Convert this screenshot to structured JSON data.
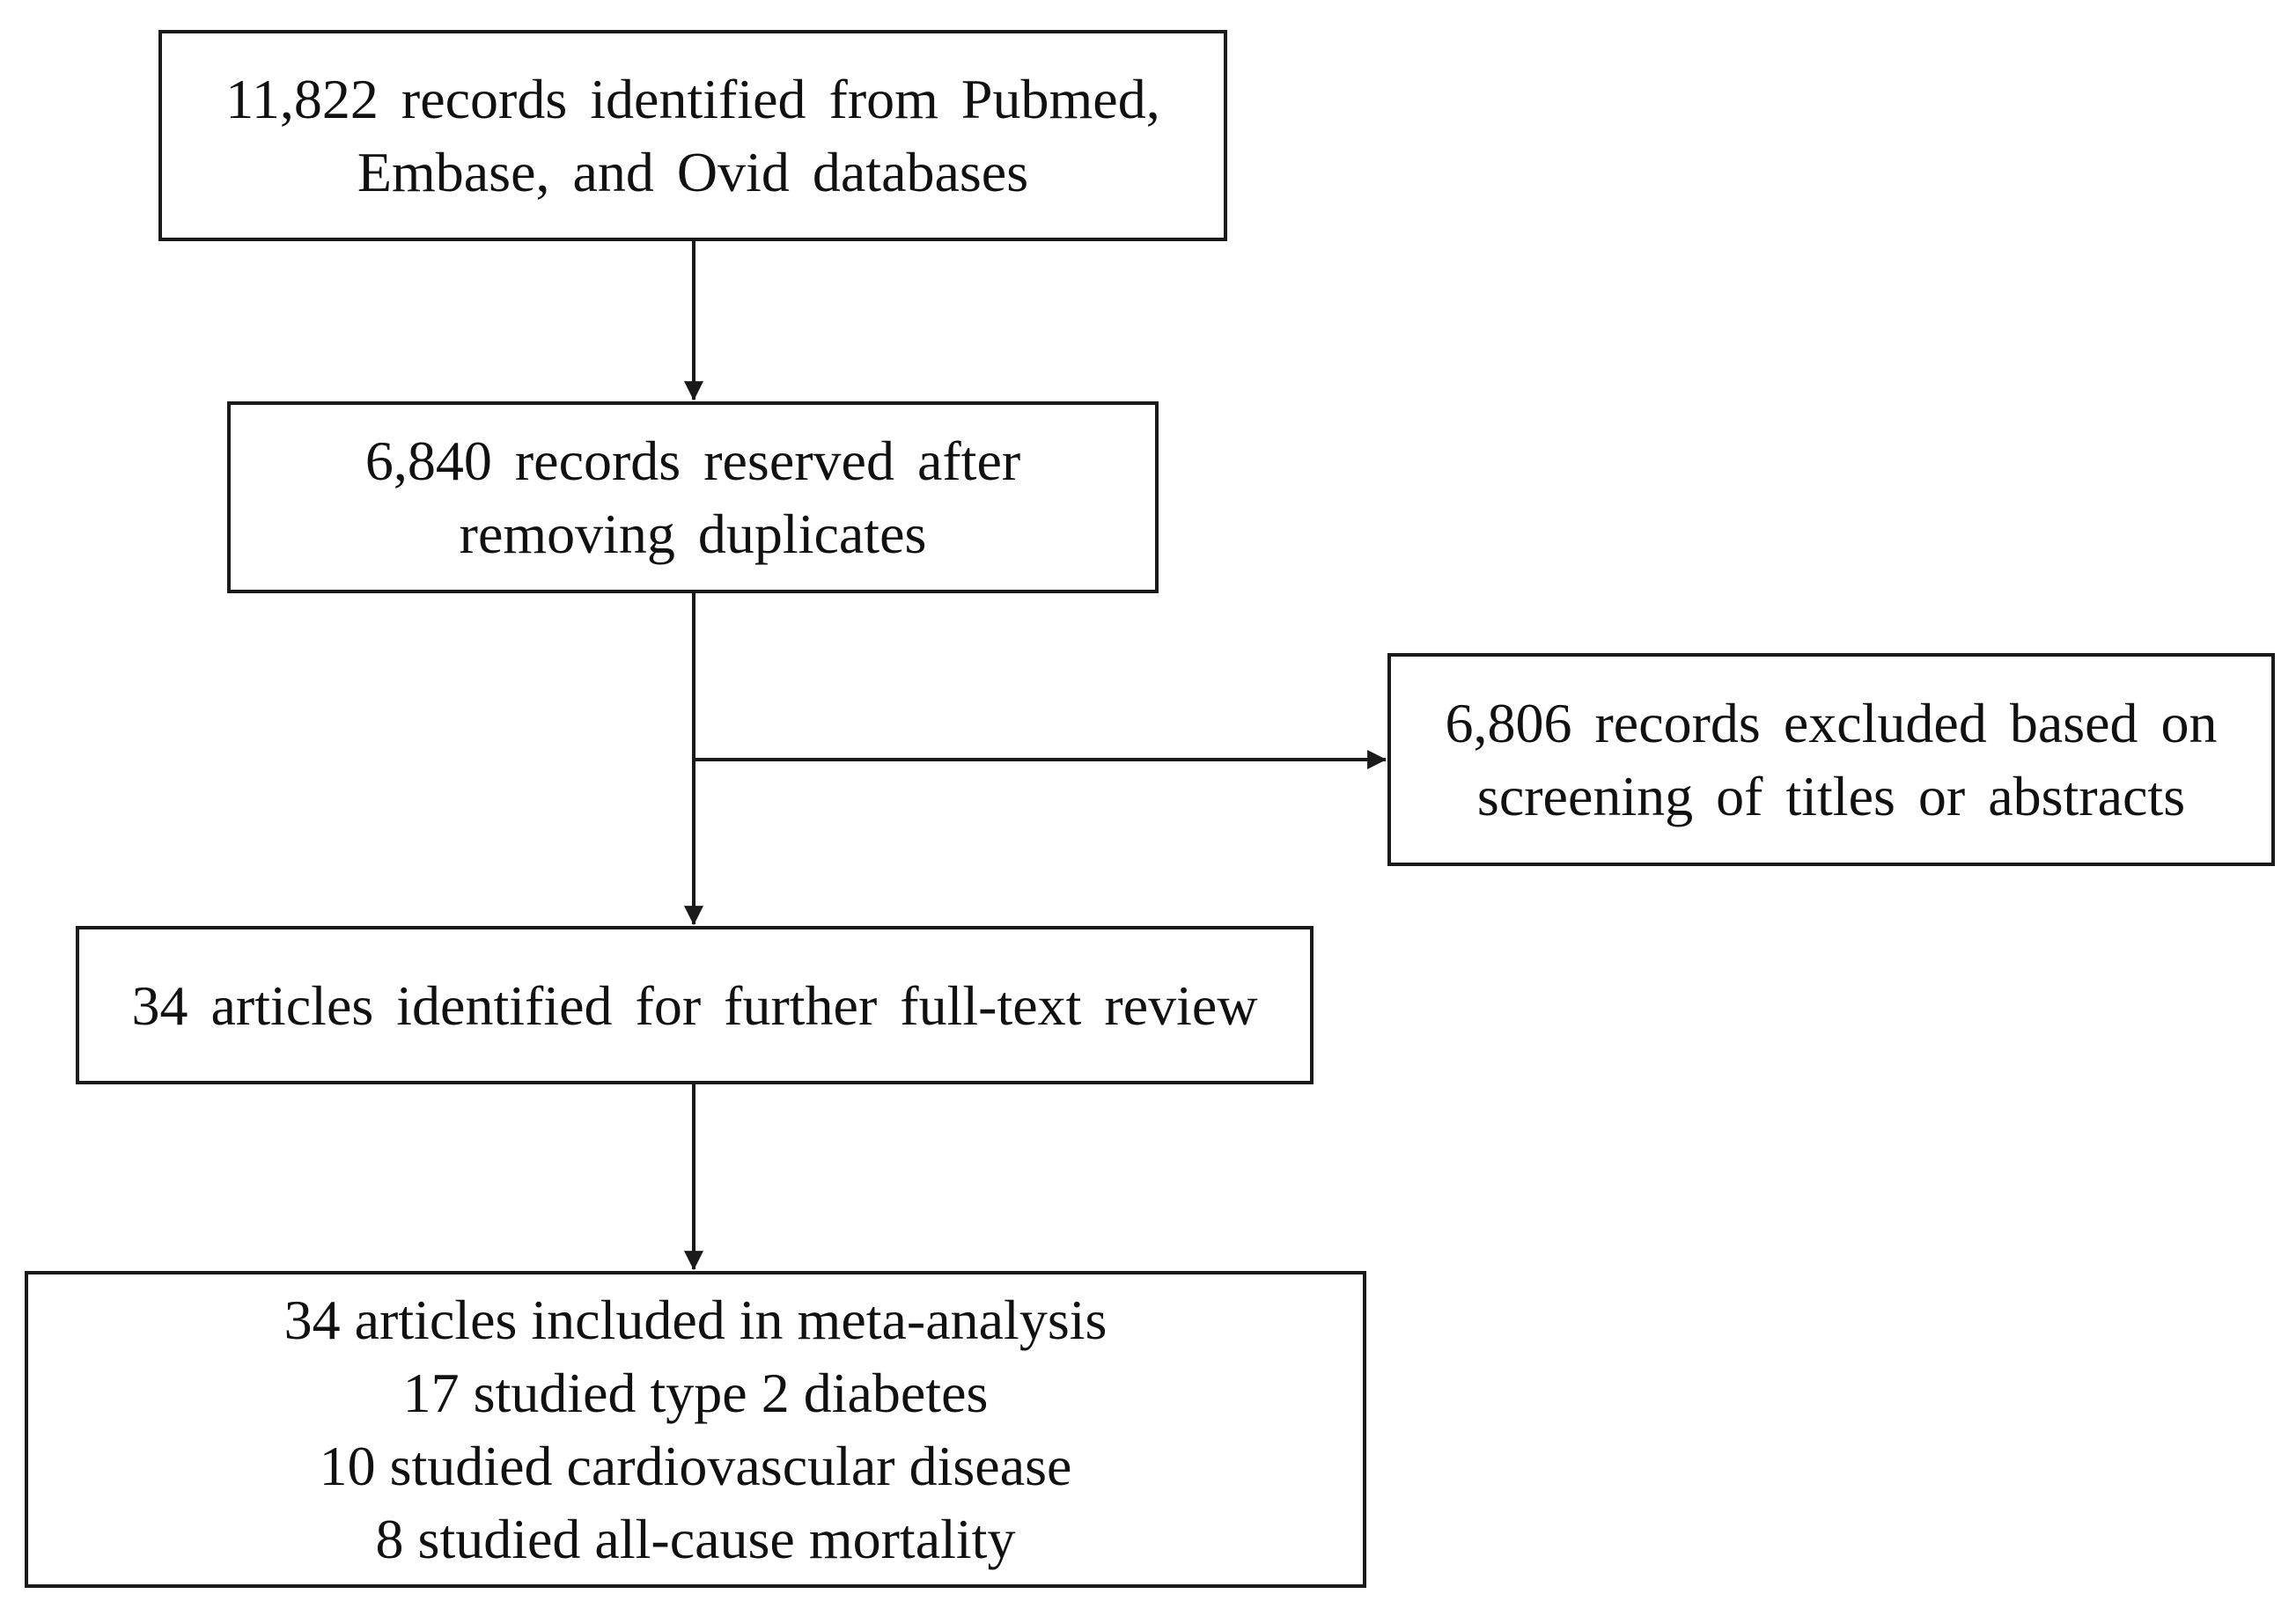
{
  "nodes": {
    "identified": {
      "lines": [
        "11,822 records identified from Pubmed,",
        "Embase, and Ovid databases"
      ]
    },
    "reserved": {
      "lines": [
        "6,840 records reserved after",
        "removing duplicates"
      ]
    },
    "excluded": {
      "lines": [
        "6,806 records excluded based on",
        "screening of titles or abstracts"
      ]
    },
    "fulltext": {
      "lines": [
        "34 articles identified for further full-text review"
      ]
    },
    "included": {
      "lines": [
        "34 articles included in meta-analysis",
        "17 studied type 2 diabetes",
        "10 studied cardiovascular disease",
        "8 studied all-cause mortality"
      ]
    }
  }
}
